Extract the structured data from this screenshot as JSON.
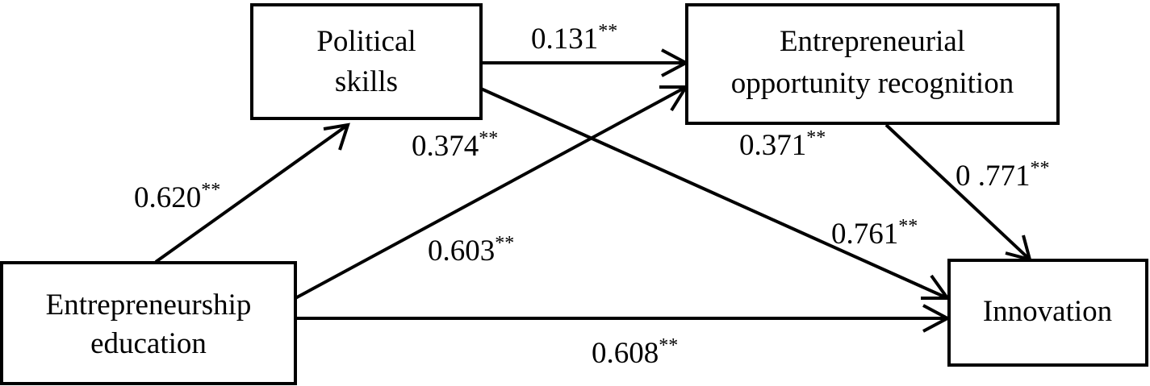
{
  "nodes": {
    "political_skills": {
      "lines": [
        "Political",
        "skills"
      ]
    },
    "entrepreneurial_opportunity_recognition": {
      "lines": [
        "Entrepreneurial",
        "opportunity recognition"
      ]
    },
    "entrepreneurship_education": {
      "lines": [
        "Entrepreneurship",
        "education"
      ]
    },
    "innovation": {
      "lines": [
        "Innovation"
      ]
    }
  },
  "edges": {
    "ps_to_eor": {
      "coefficient": "0.131",
      "significance": "**"
    },
    "ps_to_innovation": {
      "coefficient": "0.374",
      "significance": "**"
    },
    "ee_to_ps": {
      "coefficient": "0.620",
      "significance": "**"
    },
    "ee_to_eor": {
      "coefficient": "0.603",
      "significance": "**"
    },
    "ee_to_innovation": {
      "coefficient": "0.608",
      "significance": "**"
    },
    "eor_to_innovation": {
      "coefficient": "0 .771",
      "significance": "**"
    },
    "extra_label_1": {
      "coefficient": "0.371",
      "significance": "**"
    },
    "extra_label_2": {
      "coefficient": "0.761",
      "significance": "**"
    }
  },
  "colors": {
    "stroke": "#000000",
    "background": "#ffffff"
  }
}
